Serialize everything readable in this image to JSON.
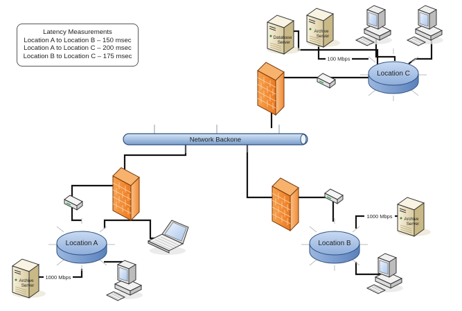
{
  "legend": {
    "title": "Latency Measurements",
    "rows": [
      "Location A to Location B – 150 msec",
      "Location A to Location C – 200 msec",
      "Location B to Location C – 175 msec"
    ]
  },
  "backbone": {
    "label": "Network Backone"
  },
  "locations": {
    "a": {
      "label": "Location A"
    },
    "b": {
      "label": "Location B"
    },
    "c": {
      "label": "Location C"
    }
  },
  "links": {
    "a_server": "1000 Mbps",
    "b_server": "1000 Mbps",
    "c_servers": "100 Mbps"
  },
  "servers": {
    "c_database": {
      "line1": "Database",
      "line2": "Server"
    },
    "c_archive": {
      "line1": "Archive",
      "line2": "Server"
    },
    "a_archive": {
      "line1": "Archive",
      "line2": "Server"
    },
    "b_archive": {
      "line1": "Archive",
      "line2": "Server"
    }
  },
  "colors": {
    "hub_fill": "#a9c3e8",
    "hub_side": "#6f93c6",
    "firewall": "#f0802c",
    "backbone": "#9fbde0",
    "server_body": "#efe6c8",
    "wire": "#111111"
  }
}
